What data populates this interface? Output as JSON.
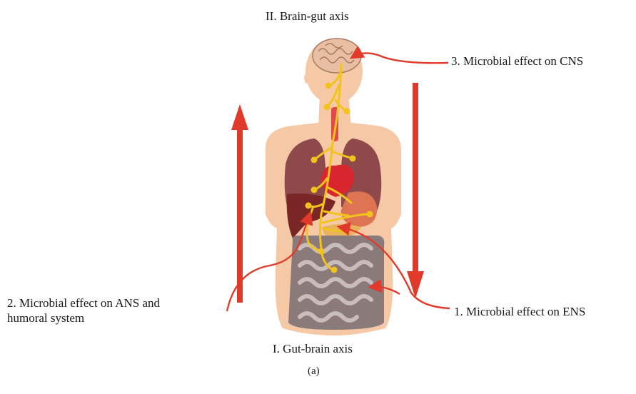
{
  "figure": {
    "top_label": "II. Brain-gut axis",
    "bottom_label": "I. Gut-brain axis",
    "sub_label": "(a)",
    "callouts": {
      "cns": "3. Microbial effect on CNS",
      "ans_line1": "2. Microbial effect on ANS and",
      "ans_line2": "humoral system",
      "ens": "1. Microbial effect on ENS"
    },
    "colors": {
      "arrow": "#e23a2a",
      "nerve": "#f2c31d",
      "skin": "#f6c9a6",
      "lung": "#8e4a4a",
      "liver": "#7a2626",
      "heart": "#d9262e",
      "stomach": "#dd7452",
      "intestine": "#9a8a8a",
      "brain": "#e8bfa3"
    }
  }
}
